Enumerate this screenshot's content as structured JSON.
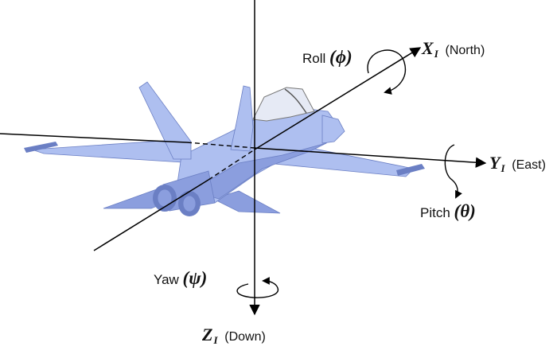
{
  "rotations": {
    "roll": {
      "name": "Roll",
      "symbol": "(ϕ)"
    },
    "pitch": {
      "name": "Pitch",
      "symbol": "(θ)"
    },
    "yaw": {
      "name": "Yaw",
      "symbol": "(ψ)"
    }
  },
  "axes": {
    "x": {
      "letter": "X",
      "subscript": "I",
      "direction": "(North)"
    },
    "y": {
      "letter": "Y",
      "subscript": "I",
      "direction": "(East)"
    },
    "z": {
      "letter": "Z",
      "subscript": "I",
      "direction": "(Down)"
    }
  },
  "colors": {
    "aircraft": "#aebff0",
    "aircraft_shade": "#8b9ede",
    "aircraft_dark": "#6b7fc4",
    "canopy": "#e6eaf5",
    "line": "#000000"
  }
}
